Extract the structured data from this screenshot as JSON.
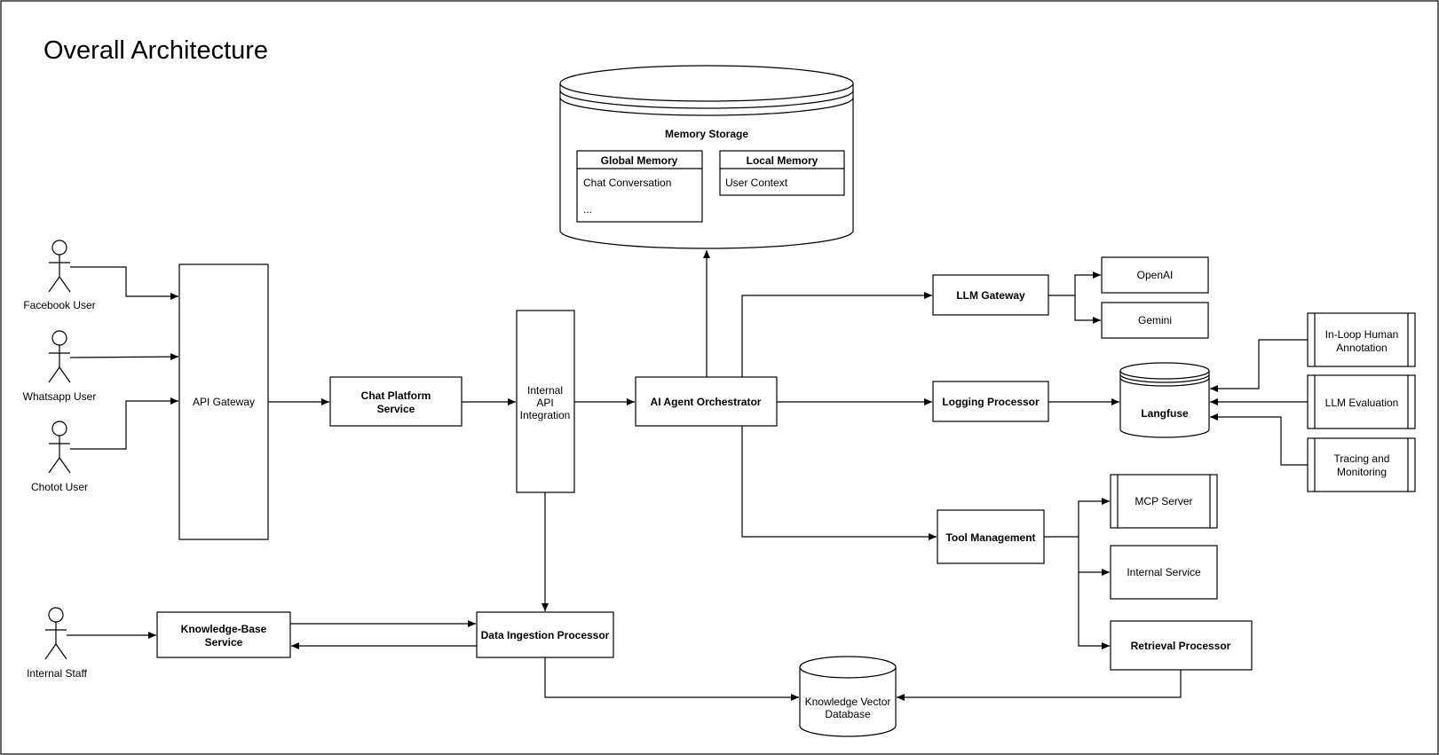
{
  "title": "Overall Architecture",
  "actors": {
    "facebook": "Facebook User",
    "whatsapp": "Whatsapp User",
    "chotot": "Chotot User",
    "staff": "Internal Staff"
  },
  "nodes": {
    "api_gateway": "API Gateway",
    "chat_platform": [
      "Chat Platform",
      "Service"
    ],
    "internal_api": [
      "Internal",
      "API",
      "Integration"
    ],
    "orchestrator": "AI Agent Orchestrator",
    "memory_storage": "Memory Storage",
    "global_memory": {
      "header": "Global Memory",
      "items": [
        "Chat Conversation",
        "..."
      ]
    },
    "local_memory": {
      "header": "Local Memory",
      "items": [
        "User Context"
      ]
    },
    "llm_gateway": "LLM Gateway",
    "openai": "OpenAI",
    "gemini": "Gemini",
    "logging_processor": "Logging Processor",
    "langfuse": "Langfuse",
    "annotation": [
      "In-Loop Human",
      "Annotation"
    ],
    "evaluation": "LLM Evaluation",
    "tracing": [
      "Tracing and",
      "Monitoring"
    ],
    "tool_management": "Tool Management",
    "mcp_server": "MCP Server",
    "internal_service": "Internal Service",
    "retrieval_processor": "Retrieval Processor",
    "knowledge_base": [
      "Knowledge-Base",
      "Service"
    ],
    "data_ingestion": "Data Ingestion Processor",
    "vector_db": [
      "Knowledge Vector",
      "Database"
    ]
  }
}
